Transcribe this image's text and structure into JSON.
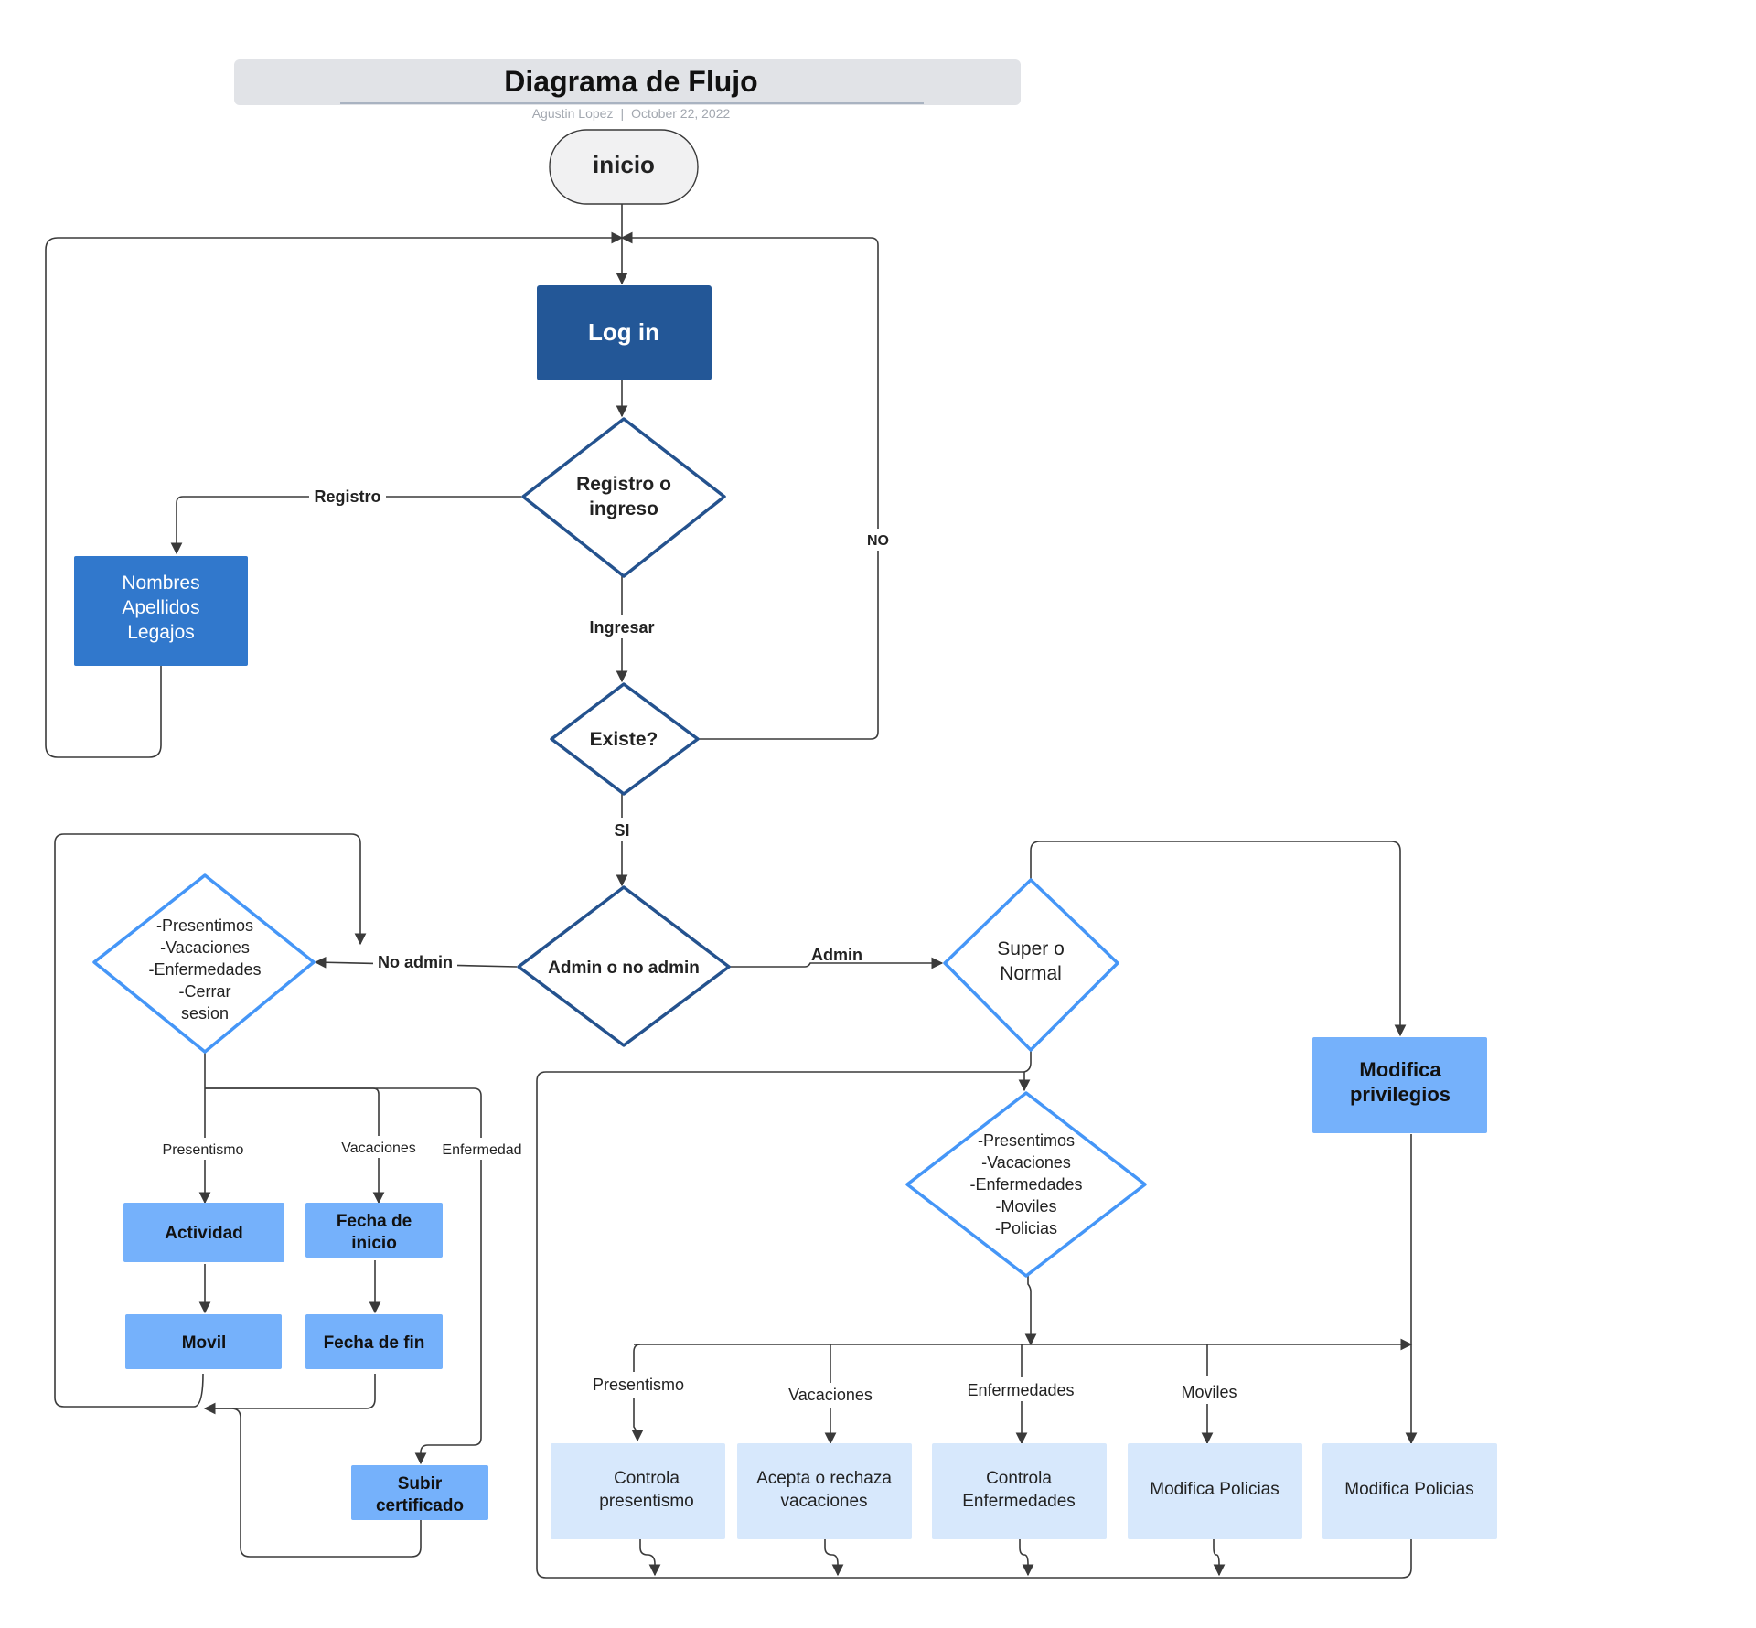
{
  "header": {
    "title": "Diagrama de Flujo",
    "author": "Agustin Lopez",
    "separator": "|",
    "date": "October 22, 2022"
  },
  "nodes": {
    "inicio": "inicio",
    "login": "Log in",
    "registro_o_ingreso": [
      "Registro o",
      "ingreso"
    ],
    "nombres": [
      "Nombres",
      "Apellidos",
      "Legajos"
    ],
    "existe": "Existe?",
    "admin_o_no": "Admin o no admin",
    "menu_user": [
      "-Presentimos",
      "-Vacaciones",
      "-Enfermedades",
      "-Cerrar",
      "sesion"
    ],
    "super_normal": [
      "Super o",
      "Normal"
    ],
    "modifica_privilegios": [
      "Modifica",
      "privilegios"
    ],
    "menu_admin": [
      "-Presentimos",
      "-Vacaciones",
      "-Enfermedades",
      "-Moviles",
      "-Policias"
    ],
    "actividad": "Actividad",
    "movil": "Movil",
    "fecha_inicio": [
      "Fecha de",
      "inicio"
    ],
    "fecha_fin": "Fecha de fin",
    "subir_certificado": [
      "Subir",
      "certificado"
    ],
    "controla_presentismo": [
      "Controla",
      "presentismo"
    ],
    "acepta_vacaciones": [
      "Acepta o rechaza",
      "vacaciones"
    ],
    "controla_enfermedades": [
      "Controla",
      "Enfermedades"
    ],
    "modifica_policias_1": "Modifica Policias",
    "modifica_policias_2": "Modifica Policias"
  },
  "edge_labels": {
    "registro": "Registro",
    "ingresar": "Ingresar",
    "no": "NO",
    "si": "SI",
    "no_admin": "No admin",
    "admin": "Admin",
    "presentismo_user": "Presentismo",
    "vacaciones_user": "Vacaciones",
    "enfermedad_user": "Enfermedad",
    "presentismo_admin": "Presentismo",
    "vacaciones_admin": "Vacaciones",
    "enfermedades_admin": "Enfermedades",
    "moviles_admin": "Moviles"
  },
  "colors": {
    "dark_blue": "#235797",
    "mid_blue": "#3178cc",
    "light_blue": "#75b1fb",
    "pale_blue": "#d7e8fc",
    "diamond_dark": "#24528e",
    "diamond_light": "#4596f7",
    "header_bg": "#e1e3e7"
  }
}
